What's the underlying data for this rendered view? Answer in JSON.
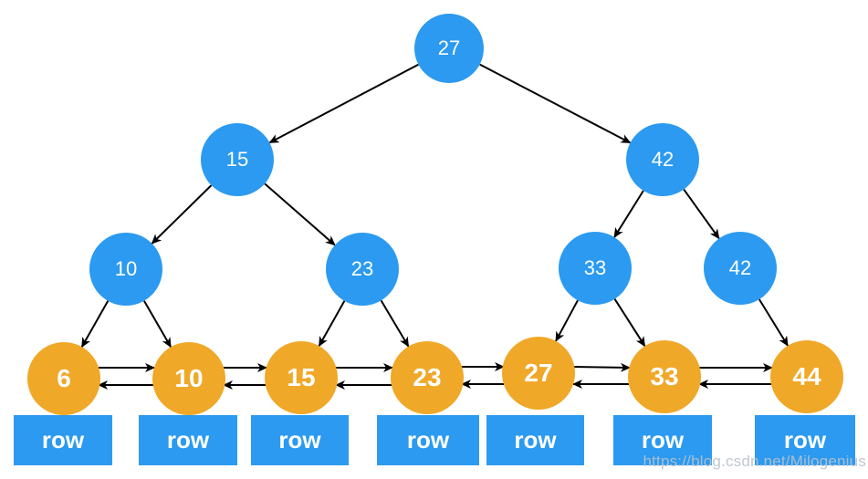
{
  "diagram": {
    "internal": [
      {
        "label": "27",
        "level": 1
      },
      {
        "label": "15",
        "level": 2
      },
      {
        "label": "42",
        "level": 2
      },
      {
        "label": "10",
        "level": 3
      },
      {
        "label": "23",
        "level": 3
      },
      {
        "label": "33",
        "level": 3
      },
      {
        "label": "42",
        "level": 3
      }
    ],
    "leaves": [
      {
        "label": "6"
      },
      {
        "label": "10"
      },
      {
        "label": "15"
      },
      {
        "label": "23"
      },
      {
        "label": "27"
      },
      {
        "label": "33"
      },
      {
        "label": "44"
      }
    ],
    "rows": [
      {
        "label": "row"
      },
      {
        "label": "row"
      },
      {
        "label": "row"
      },
      {
        "label": "row"
      },
      {
        "label": "row"
      },
      {
        "label": "row"
      },
      {
        "label": "row"
      }
    ],
    "edges": {
      "parent_child": [
        "27->15",
        "27->42",
        "15->10",
        "15->23",
        "42->33",
        "42->42",
        "10->6",
        "10->10",
        "23->15",
        "23->23",
        "33->27",
        "33->33",
        "42->44"
      ],
      "leaf_chain": "6<->10<->15<->23<->27<->33<->44"
    },
    "colors": {
      "internal_node": "#2B9AF0",
      "leaf_node": "#F0A828",
      "row_box": "#2B9AF0",
      "arrow": "#000000",
      "node_text": "#FFFFFF",
      "watermark": "#BAC1CA"
    },
    "watermark": {
      "text": "https://blog.csdn.net/Milogenius"
    }
  }
}
